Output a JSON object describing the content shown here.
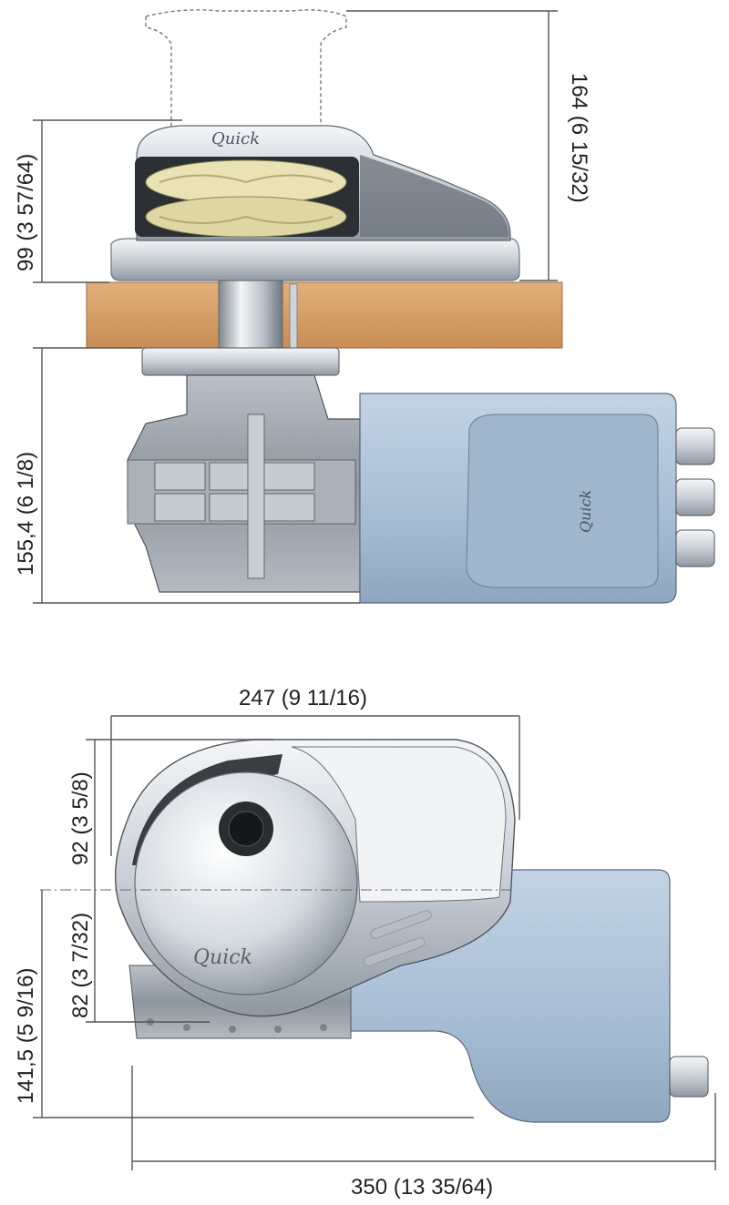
{
  "dimensions": {
    "top_view": {
      "overall_height": "164 (6 15/32)",
      "deck_height": "99 (3 57/64)",
      "below_deck": "155,4 (6 1/8)"
    },
    "plan_view": {
      "gypsy_width": "247 (9 11/16)",
      "forward_offset": "92 (3 5/8)",
      "aft_offset": "82 (3 7/32)",
      "total_depth": "141,5 (5 9/16)",
      "overall_length": "350 (13 35/64)"
    }
  },
  "brand": {
    "logo_text": "Quick"
  },
  "colors": {
    "deck_wood": "#d9a36a",
    "motor_blue": "#a9bfd6",
    "chrome": "#dfe3e8",
    "gearbox": "#9aa2aa"
  }
}
